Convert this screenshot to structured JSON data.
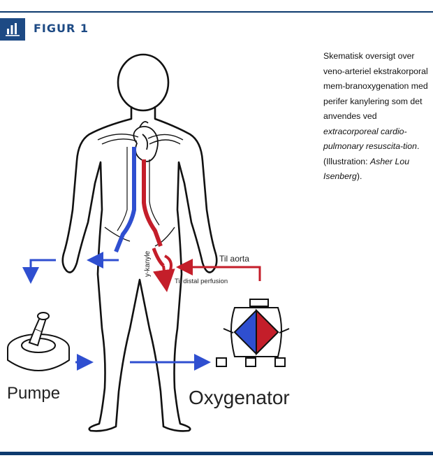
{
  "header": {
    "figure_label": "FIGUR 1",
    "badge_icon": "bar-chart-icon"
  },
  "caption": {
    "part1": "Skematisk oversigt over veno-arteriel ekstrakorporal mem-branoxygenation med perifer kanylering som det anvendes ved ",
    "part2_italic": "extracorporeal cardio-pulmonary resuscita-tion",
    "part3": ". (Illustration: ",
    "part4_italic": "Asher Lou Isenberg",
    "part5": ")."
  },
  "diagram": {
    "labels": {
      "pump": "Pumpe",
      "oxygenator": "Oxygenator",
      "to_aorta": "Til aorta",
      "to_distal": "Til distal perfusion",
      "y_cannula": "y-kanyle"
    },
    "colors": {
      "venous": "#2f4fd0",
      "arterial": "#c41e2a",
      "outline": "#111111",
      "brand": "#1d4a84"
    }
  }
}
